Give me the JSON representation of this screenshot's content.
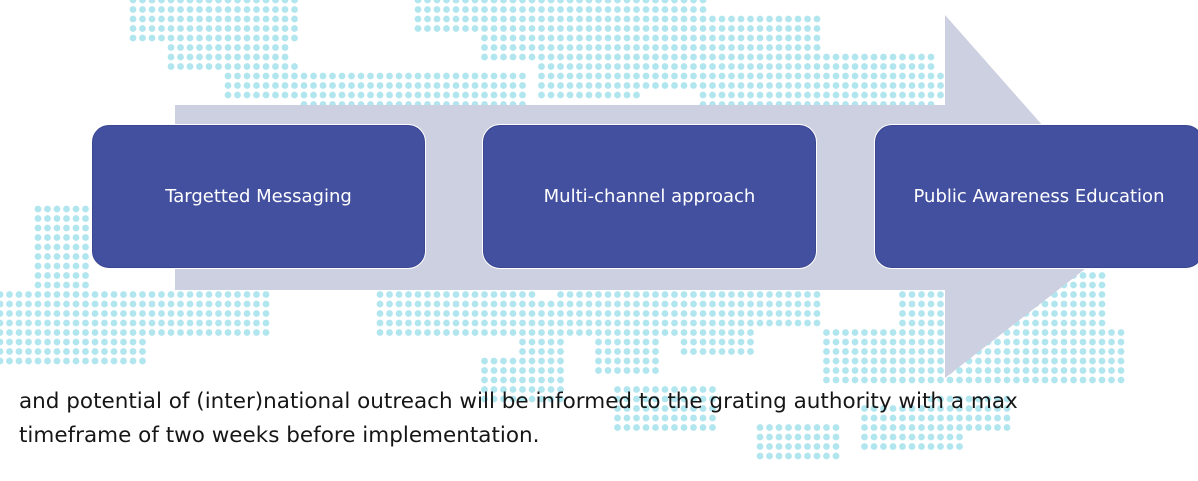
{
  "colors": {
    "dots": "#b2e6ef",
    "arrow": "#cdd0e0",
    "step_fill": "#4350a0",
    "step_text": "#ffffff",
    "body_text": "#161616"
  },
  "process": {
    "steps": [
      {
        "label": "Targetted Messaging"
      },
      {
        "label": "Multi-channel approach"
      },
      {
        "label": "Public Awareness Education"
      }
    ]
  },
  "body": {
    "line1": "and potential of (inter)national outreach will be informed to the grating authority with a max",
    "line2": "timeframe of two weeks before implementation."
  }
}
